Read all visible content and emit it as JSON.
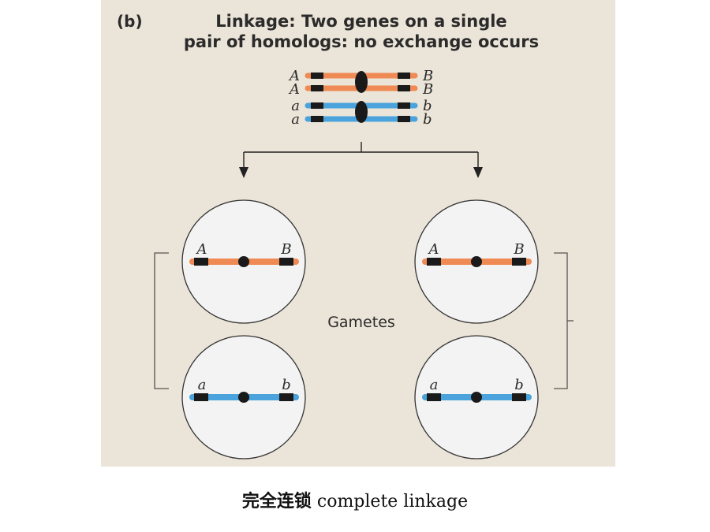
{
  "panel_label": "(b)",
  "title_lines": [
    "Linkage: Two genes on a single",
    "pair of homologs: no exchange occurs"
  ],
  "parent_labels": {
    "left": [
      "A",
      "A",
      "a",
      "a"
    ],
    "right": [
      "B",
      "B",
      "b",
      "b"
    ]
  },
  "gametes_label": "Gametes",
  "gametes": [
    {
      "left": "A",
      "right": "B",
      "color": "orange"
    },
    {
      "left": "a",
      "right": "b",
      "color": "blue"
    },
    {
      "left": "A",
      "right": "B",
      "color": "orange"
    },
    {
      "left": "a",
      "right": "b",
      "color": "blue"
    }
  ],
  "caption": {
    "zh": "完全连锁",
    "en": " complete linkage"
  },
  "colors": {
    "background": "#ebe4d8",
    "orange_chromosome": "#f08a55",
    "blue_chromosome": "#4aa3dc",
    "gene_marker": "#1a1a1a",
    "cell_fill": "#f3f3f3"
  }
}
